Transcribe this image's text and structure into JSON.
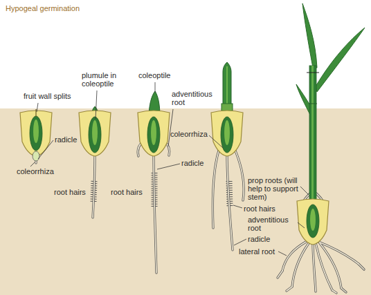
{
  "diagram": {
    "title": "Hypogeal germination",
    "labels": [
      "fruit wall splits",
      "radicle",
      "coleorrhiza",
      "plumule in coleoptile",
      "root hairs",
      "coleoptile",
      "adventitious root",
      "radicle",
      "root hairs",
      "coleorrhiza",
      "root hairs",
      "radicle",
      "prop roots (will help to support stem)",
      "adventitious root",
      "lateral root"
    ]
  }
}
